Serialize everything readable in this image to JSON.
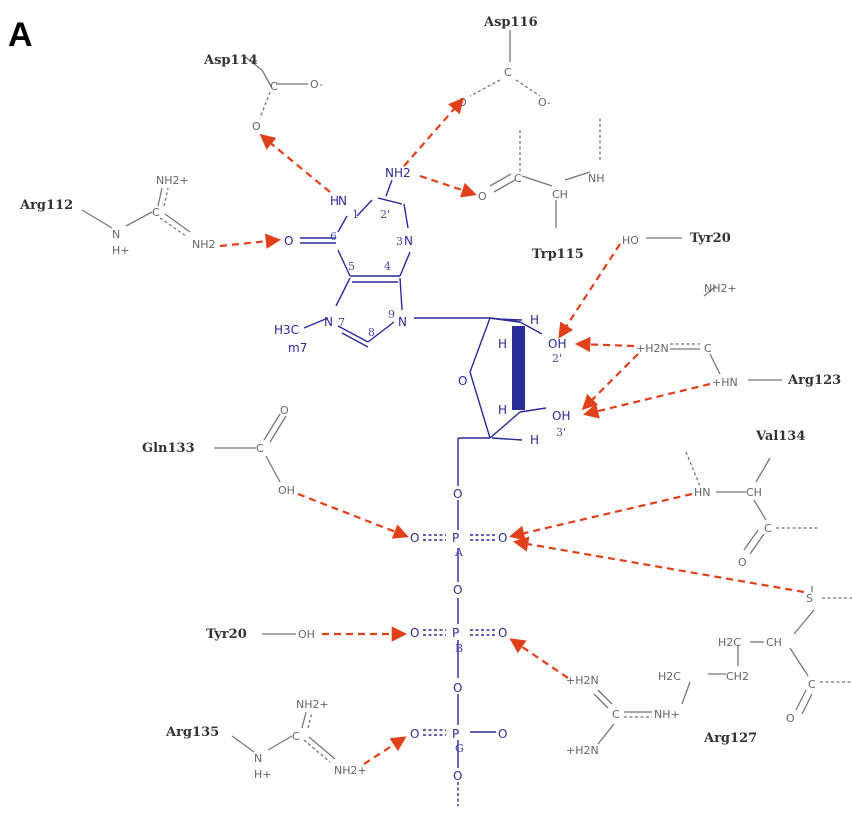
{
  "panel": "A",
  "colors": {
    "ligand": "#2b2b96",
    "protein": "#777777",
    "hbond": "#e0401a"
  },
  "residues": {
    "asp114": "Asp114",
    "asp116": "Asp116",
    "arg112": "Arg112",
    "trp115": "Trp115",
    "tyr20_top": "Tyr20",
    "arg123": "Arg123",
    "gln133": "Gln133",
    "val134": "Val134",
    "tyr20_bottom": "Tyr20",
    "arg127": "Arg127",
    "arg135": "Arg135"
  },
  "ligand_atoms": {
    "n1": "N",
    "h1": "H",
    "nh2_top": "NH2",
    "c2": "2'",
    "n3": "N",
    "o6": "O",
    "n7": "N",
    "n9": "N",
    "h3c": "H3C",
    "m7": "m7",
    "ring_o": "O",
    "h_a": "H",
    "h_b": "H",
    "h_c": "H",
    "h_d": "H",
    "oh2": "OH",
    "oh3": "OH",
    "lab2": "2'",
    "lab3": "3'",
    "o5": "O",
    "o_a1": "O",
    "p_a": "P",
    "o_a2": "O",
    "lab_a": "A",
    "o_ab": "O",
    "o_b1": "O",
    "p_b": "P",
    "o_b2": "O",
    "lab_b": "B",
    "o_bg": "O",
    "o_g1": "O",
    "p_g": "P",
    "o_g2": "O",
    "lab_g": "G",
    "o_end": "O"
  },
  "ring_numbers": {
    "n1": "1",
    "n3": "3",
    "c4": "4",
    "c5": "5",
    "c6": "6",
    "n7": "7",
    "c8": "8",
    "n9": "9"
  },
  "protein_atoms": {
    "asp114_o1": "O-",
    "asp114_o2": "O",
    "asp114_c": "C",
    "asp116_o1": "O-",
    "asp116_o2": "O",
    "asp116_c": "C",
    "arg112_n": "N",
    "arg112_h": "H+",
    "arg112_c": "C",
    "arg112_nh_top": "NH2+",
    "arg112_nh_bot": "NH2",
    "trp115_o": "O",
    "trp115_c": "C",
    "trp115_ch": "CH",
    "trp115_nh": "NH",
    "tyr20_top_o": "HO",
    "arg123_nh_top": "NH2+",
    "arg123_c": "C",
    "arg123_h2n": "+H2N",
    "arg123_hn": "+HN",
    "gln133_o": "O",
    "gln133_c": "C",
    "gln133_oh": "OH",
    "val134_hn": "HN",
    "val134_ch": "CH",
    "val134_c": "C",
    "val134_o": "O",
    "s_atom": "S",
    "tyr20_bottom_oh": "OH",
    "arg127_h2n_top": "+H2N",
    "arg127_c": "C",
    "arg127_nh": "NH+",
    "arg127_h2n_bot": "+H2N",
    "arg127_h2c1": "H2C",
    "arg127_ch2": "CH2",
    "arg127_h2c2": "H2C",
    "arg127_ch": "CH",
    "arg127_c2": "C",
    "arg127_o": "O",
    "arg135_n": "N",
    "arg135_h": "H+",
    "arg135_c": "C",
    "arg135_nh_top": "NH2+",
    "arg135_nh_bot": "NH2+"
  }
}
